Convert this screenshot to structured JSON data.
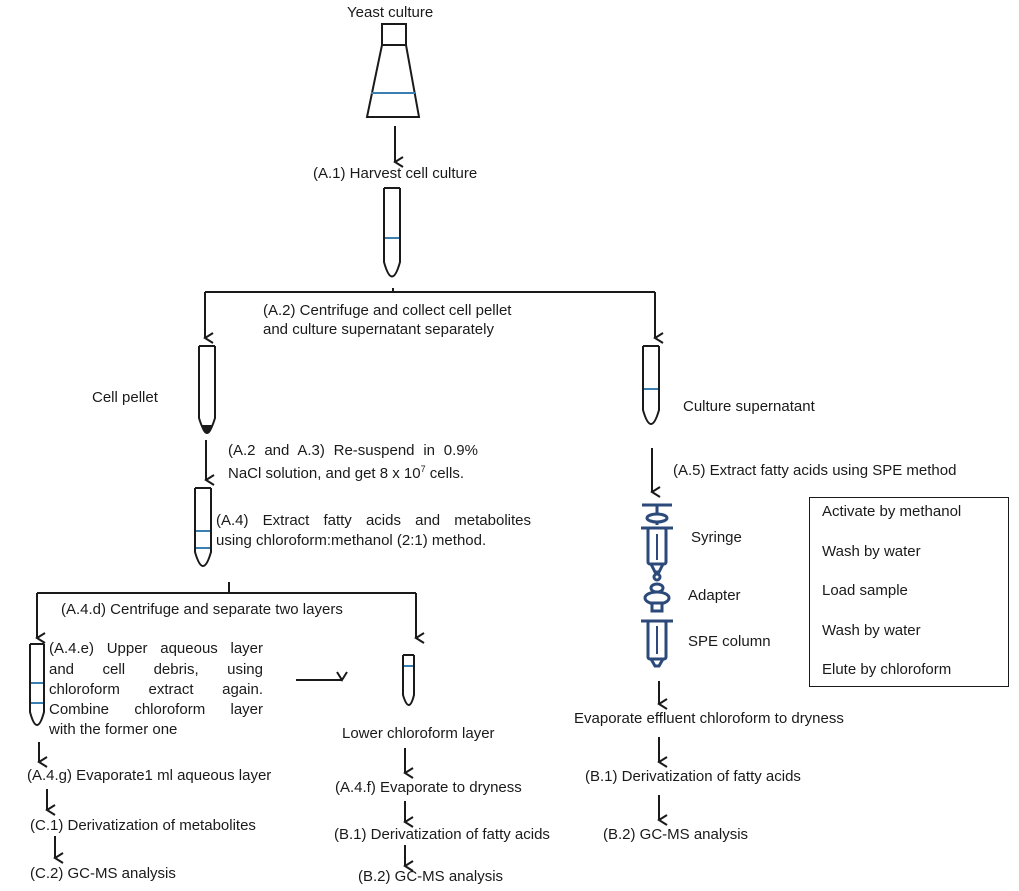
{
  "colors": {
    "stroke": "#1a1a1a",
    "liquid": "#3b7fb0",
    "syringe": "#2b4a7a"
  },
  "labels": {
    "yeast_culture": "Yeast culture",
    "a1": "(A.1) Harvest cell culture",
    "a2_l1": "(A.2) Centrifuge and collect cell pellet",
    "a2_l2": "and culture supernatant separately",
    "cell_pellet": "Cell pellet",
    "culture_supernatant": "Culture supernatant",
    "a23_l1": "(A.2 and A.3) Re-suspend in 0.9%",
    "a23_l2_pre": "NaCl solution, and get 8 x 10",
    "a23_l2_sup": "7",
    "a23_l2_post": " cells.",
    "a4_l1": "(A.4) Extract fatty acids and metabolites",
    "a4_l2": "using chloroform:methanol (2:1) method.",
    "a4d": "(A.4.d) Centrifuge and separate two layers",
    "a4e_l1": "(A.4.e) Upper aqueous layer",
    "a4e_l2": "and cell debris, using",
    "a4e_l3": "chloroform extract again.",
    "a4e_l4": "Combine chloroform layer",
    "a4e_l5": "with the former one",
    "lower_layer": "Lower chloroform layer",
    "a4g": "(A.4.g) Evaporate1 ml aqueous layer",
    "c1": "(C.1) Derivatization of metabolites",
    "c2": "(C.2) GC-MS analysis",
    "a4f": "(A.4.f) Evaporate to dryness",
    "b1_mid": "(B.1) Derivatization of fatty acids",
    "b2_mid": "(B.2) GC-MS analysis",
    "a5": "(A.5) Extract fatty acids using SPE method",
    "syringe": "Syringe",
    "adapter": "Adapter",
    "spe_column": "SPE column",
    "evaporate_effluent": "Evaporate effluent chloroform to dryness",
    "b1_right": "(B.1) Derivatization of fatty acids",
    "b2_right": "(B.2) GC-MS analysis"
  },
  "spe_steps": [
    "Activate by methanol",
    "Wash by water",
    "Load sample",
    "Wash by water",
    "Elute by chloroform"
  ]
}
